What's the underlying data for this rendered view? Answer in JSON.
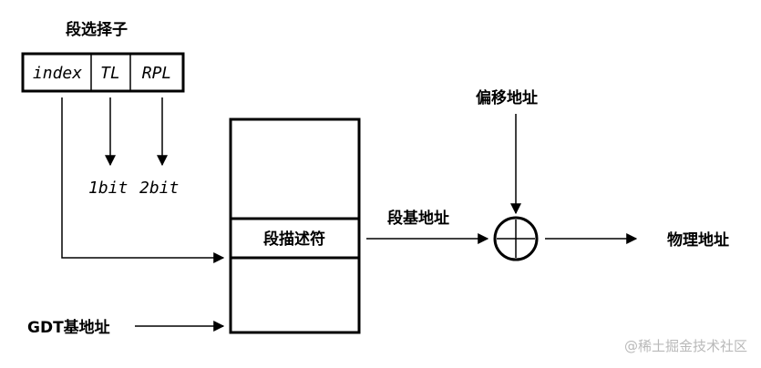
{
  "selector": {
    "title": "段选择子",
    "fields": [
      "index",
      "TL",
      "RPL"
    ],
    "bit_labels": [
      "1bit",
      "2bit"
    ]
  },
  "descriptor_table": {
    "entry_label": "段描述符"
  },
  "labels": {
    "offset_address": "偏移地址",
    "segment_base": "段基地址",
    "physical_address": "物理地址",
    "gdt_base": "GDT基地址"
  },
  "watermark": "@稀土掘金技术社区"
}
